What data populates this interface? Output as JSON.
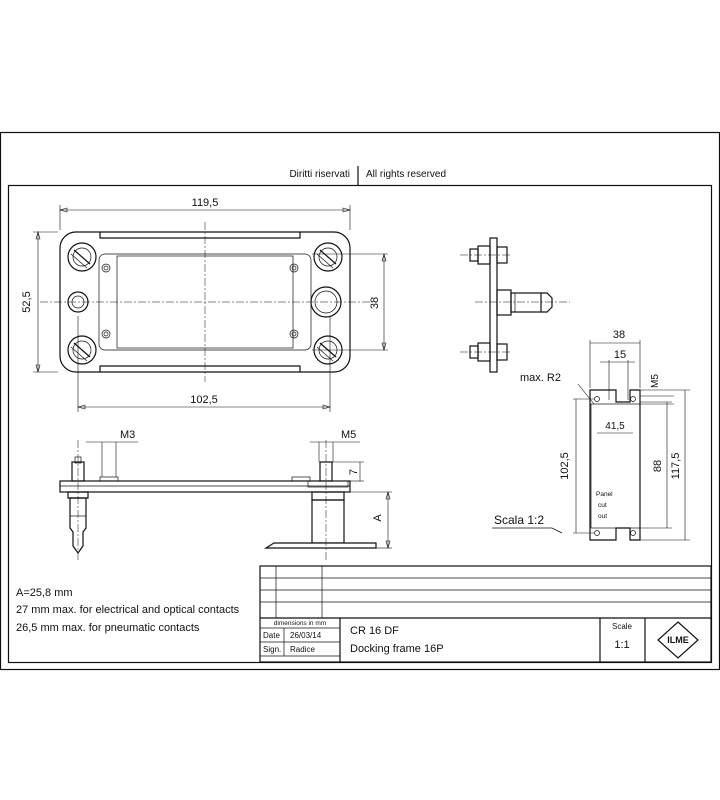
{
  "header": {
    "rights_it": "Diritti riservati",
    "rights_en": "All rights reserved"
  },
  "front_view": {
    "width_overall": "119,5",
    "height_overall": "52,5",
    "hole_spacing": "102,5",
    "cutout_height": "38"
  },
  "bottom_view": {
    "thread_left": "M3",
    "thread_right": "M5",
    "spacer_height": "7",
    "depth_label": "A"
  },
  "panel_cutout": {
    "width_outer": "38",
    "width_inner": "15",
    "thread": "M5",
    "radius": "max. R2",
    "slot_width": "41,5",
    "height_holes": "102,5",
    "height_slot": "88",
    "height_overall": "117,5",
    "label_line1": "Panel",
    "label_line2": "cut",
    "label_line3": "out",
    "scale_note": "Scala 1:2"
  },
  "notes": {
    "line1": "A=25,8  mm",
    "line2": "27 mm max. for electrical and optical contacts",
    "line3": "26,5 mm max. for pneumatic contacts"
  },
  "title_block": {
    "units": "dimensions in mm",
    "date_label": "Date",
    "date_value": "26/03/14",
    "sign_label": "Sign.",
    "sign_value": "Radice",
    "code": "CR 16 DF",
    "description": "Docking frame 16P",
    "scale_label": "Scale",
    "scale_value": "1:1",
    "logo_text": "ILME"
  }
}
